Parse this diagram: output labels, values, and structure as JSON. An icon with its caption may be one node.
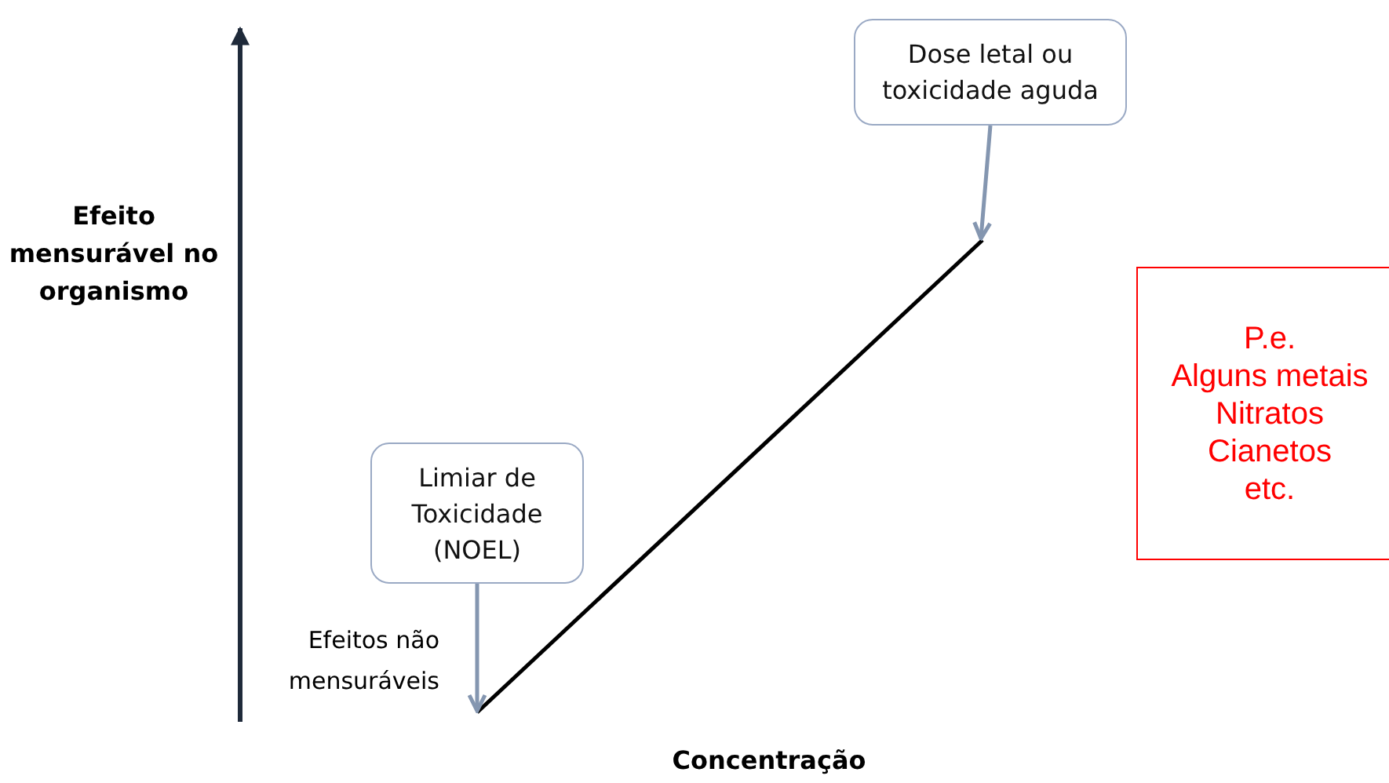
{
  "diagram": {
    "nodes": [
      {
        "text": [
          "Dose letal ou toxicidade aguda"
        ]
      },
      {
        "text": [
          "Limiar de Toxicidade (NOEL)"
        ]
      },
      {
        "text": [
          "P.e.",
          "Alguns metais",
          "Nitratos",
          "Cianetos",
          "etc."
        ]
      }
    ],
    "edges": [
      {
        "from": 0,
        "to": null,
        "arrow": "to"
      },
      {
        "from": 1,
        "to": null,
        "arrow": "to"
      }
    ],
    "labels": [
      "Efeito mensurável no organismo",
      "Efeitos não mensuráveis",
      "Concentração"
    ]
  }
}
